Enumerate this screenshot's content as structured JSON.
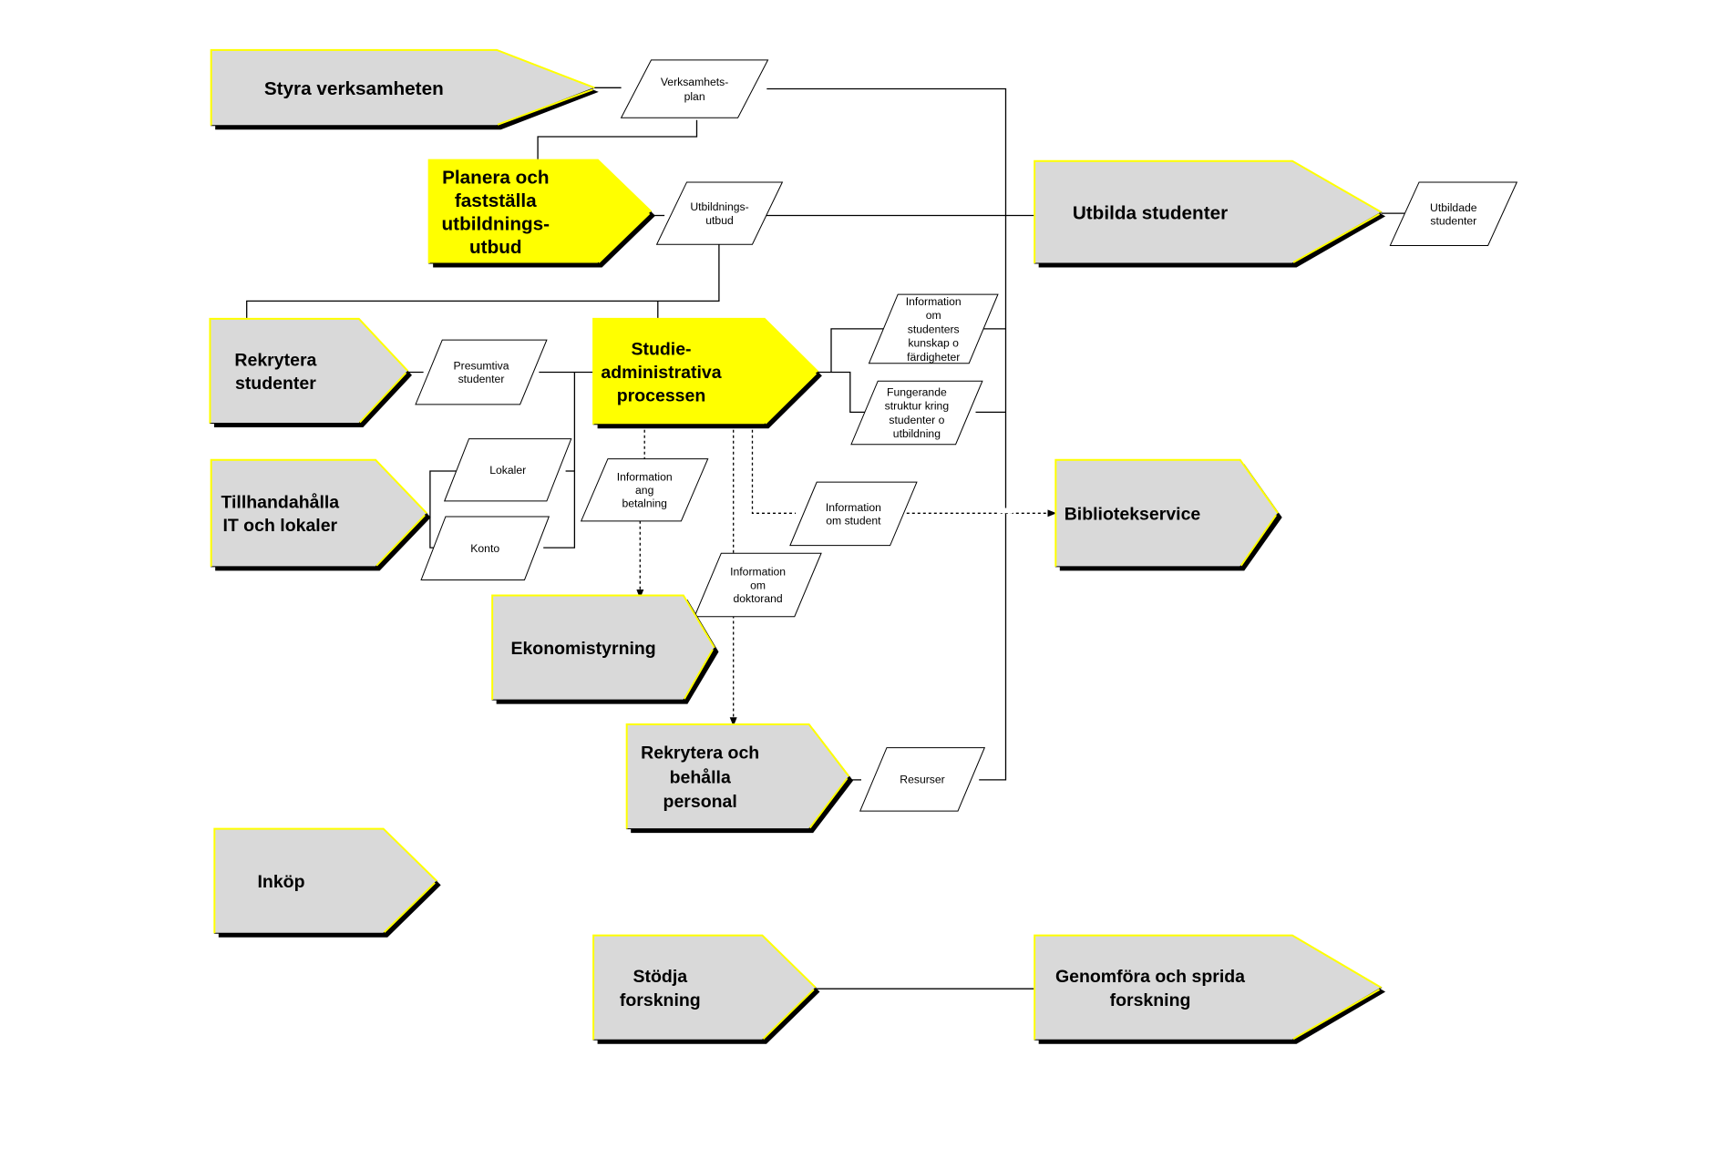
{
  "colors": {
    "process_fill": "#d9d9d9",
    "highlight_fill": "#ffff00",
    "edge_accent": "#ffff00",
    "shadow": "#000000",
    "line": "#000000"
  },
  "processes": {
    "styra": {
      "lines": [
        "Styra verksamheten"
      ],
      "highlight": false
    },
    "planera": {
      "lines": [
        "Planera och",
        "fastställa",
        "utbildnings-",
        "utbud"
      ],
      "highlight": true
    },
    "utbilda": {
      "lines": [
        "Utbilda studenter"
      ],
      "highlight": false
    },
    "rekrytera_stud": {
      "lines": [
        "Rekrytera",
        "studenter"
      ],
      "highlight": false
    },
    "studieadmin": {
      "lines": [
        "Studie-",
        "administrativa",
        "processen"
      ],
      "highlight": true
    },
    "tillhanda": {
      "lines": [
        "Tillhandahålla",
        "IT och lokaler"
      ],
      "highlight": false
    },
    "bibliotek": {
      "lines": [
        "Bibliotekservice"
      ],
      "highlight": false
    },
    "ekonomi": {
      "lines": [
        "Ekonomistyrning"
      ],
      "highlight": false
    },
    "personal": {
      "lines": [
        "Rekrytera och",
        "behålla",
        "personal"
      ],
      "highlight": false
    },
    "inkop": {
      "lines": [
        "Inköp"
      ],
      "highlight": false
    },
    "stodja": {
      "lines": [
        "Stödja",
        "forskning"
      ],
      "highlight": false
    },
    "genomfora": {
      "lines": [
        "Genomföra och sprida",
        "forskning"
      ],
      "highlight": false
    }
  },
  "data_objects": {
    "verksamhetsplan": {
      "lines": [
        "Verksamhets-",
        "plan"
      ]
    },
    "utbildningsutbud": {
      "lines": [
        "Utbildnings-",
        "utbud"
      ]
    },
    "utbildade": {
      "lines": [
        "Utbildade",
        "studenter"
      ]
    },
    "presumtiva": {
      "lines": [
        "Presumtiva",
        "studenter"
      ]
    },
    "lokaler": {
      "lines": [
        "Lokaler"
      ]
    },
    "konto": {
      "lines": [
        "Konto"
      ]
    },
    "info_kunskap": {
      "lines": [
        "Information",
        "om",
        "studenters",
        "kunskap o",
        "färdigheter"
      ]
    },
    "fungerande": {
      "lines": [
        "Fungerande",
        "struktur kring",
        "studenter o",
        "utbildning"
      ]
    },
    "info_betalning": {
      "lines": [
        "Information",
        "ang",
        "betalning"
      ]
    },
    "info_student": {
      "lines": [
        "Information",
        "om student"
      ]
    },
    "info_doktorand": {
      "lines": [
        "Information",
        "om",
        "doktorand"
      ]
    },
    "resurser": {
      "lines": [
        "Resurser"
      ]
    }
  }
}
